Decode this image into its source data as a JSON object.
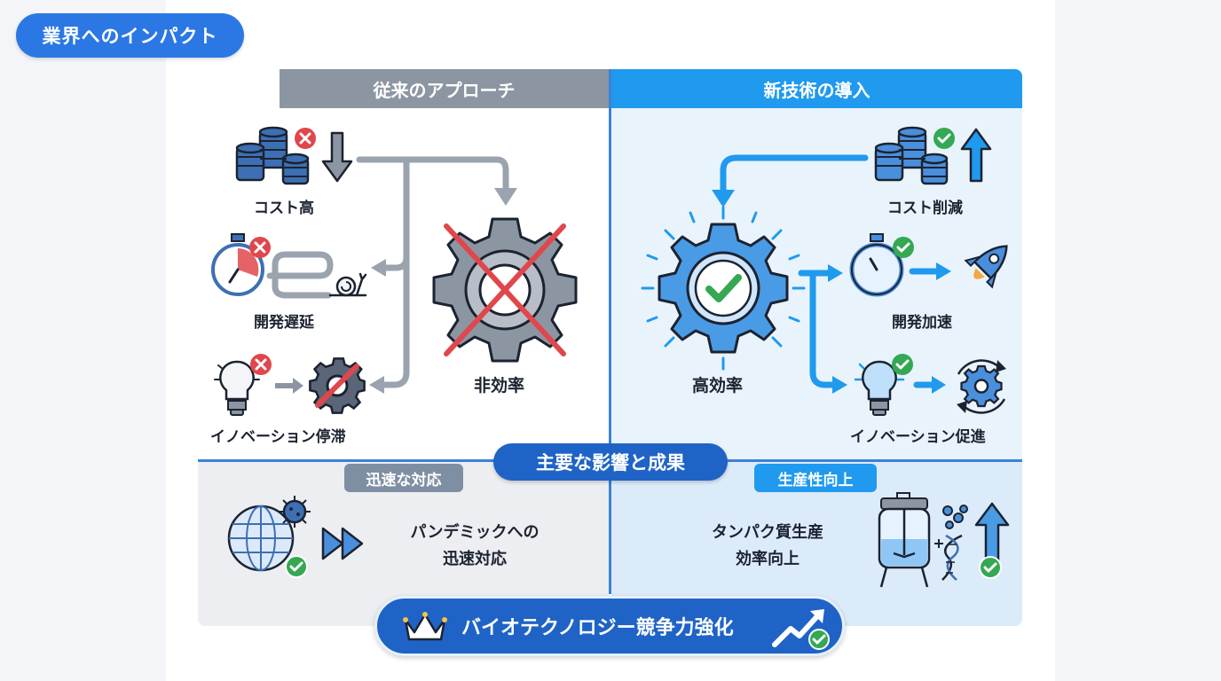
{
  "title": "業界へのインパクト",
  "left_header": "従来のアプローチ",
  "right_header": "新技術の導入",
  "left_items": {
    "cost": "コスト高",
    "dev": "開発遅延",
    "innovation": "イノベーション停滞",
    "center": "非効率"
  },
  "right_items": {
    "cost": "コスト削減",
    "dev": "開発加速",
    "innovation": "イノベーション促進",
    "center": "高効率"
  },
  "center_pill": "主要な影響と成果",
  "left_bottom": {
    "tag": "迅速な対応",
    "line1": "パンデミックへの",
    "line2": "迅速対応"
  },
  "right_bottom": {
    "tag": "生産性向上",
    "line1": "タンパク質生産",
    "line2": "効率向上"
  },
  "bottom_pill": "バイオテクノロジー競争力強化",
  "colors": {
    "accent_blue": "#1f9aee",
    "deep_blue": "#1f63c7",
    "gray": "#8c96a3",
    "red_x": "#e0474c",
    "green_check": "#34a853"
  }
}
